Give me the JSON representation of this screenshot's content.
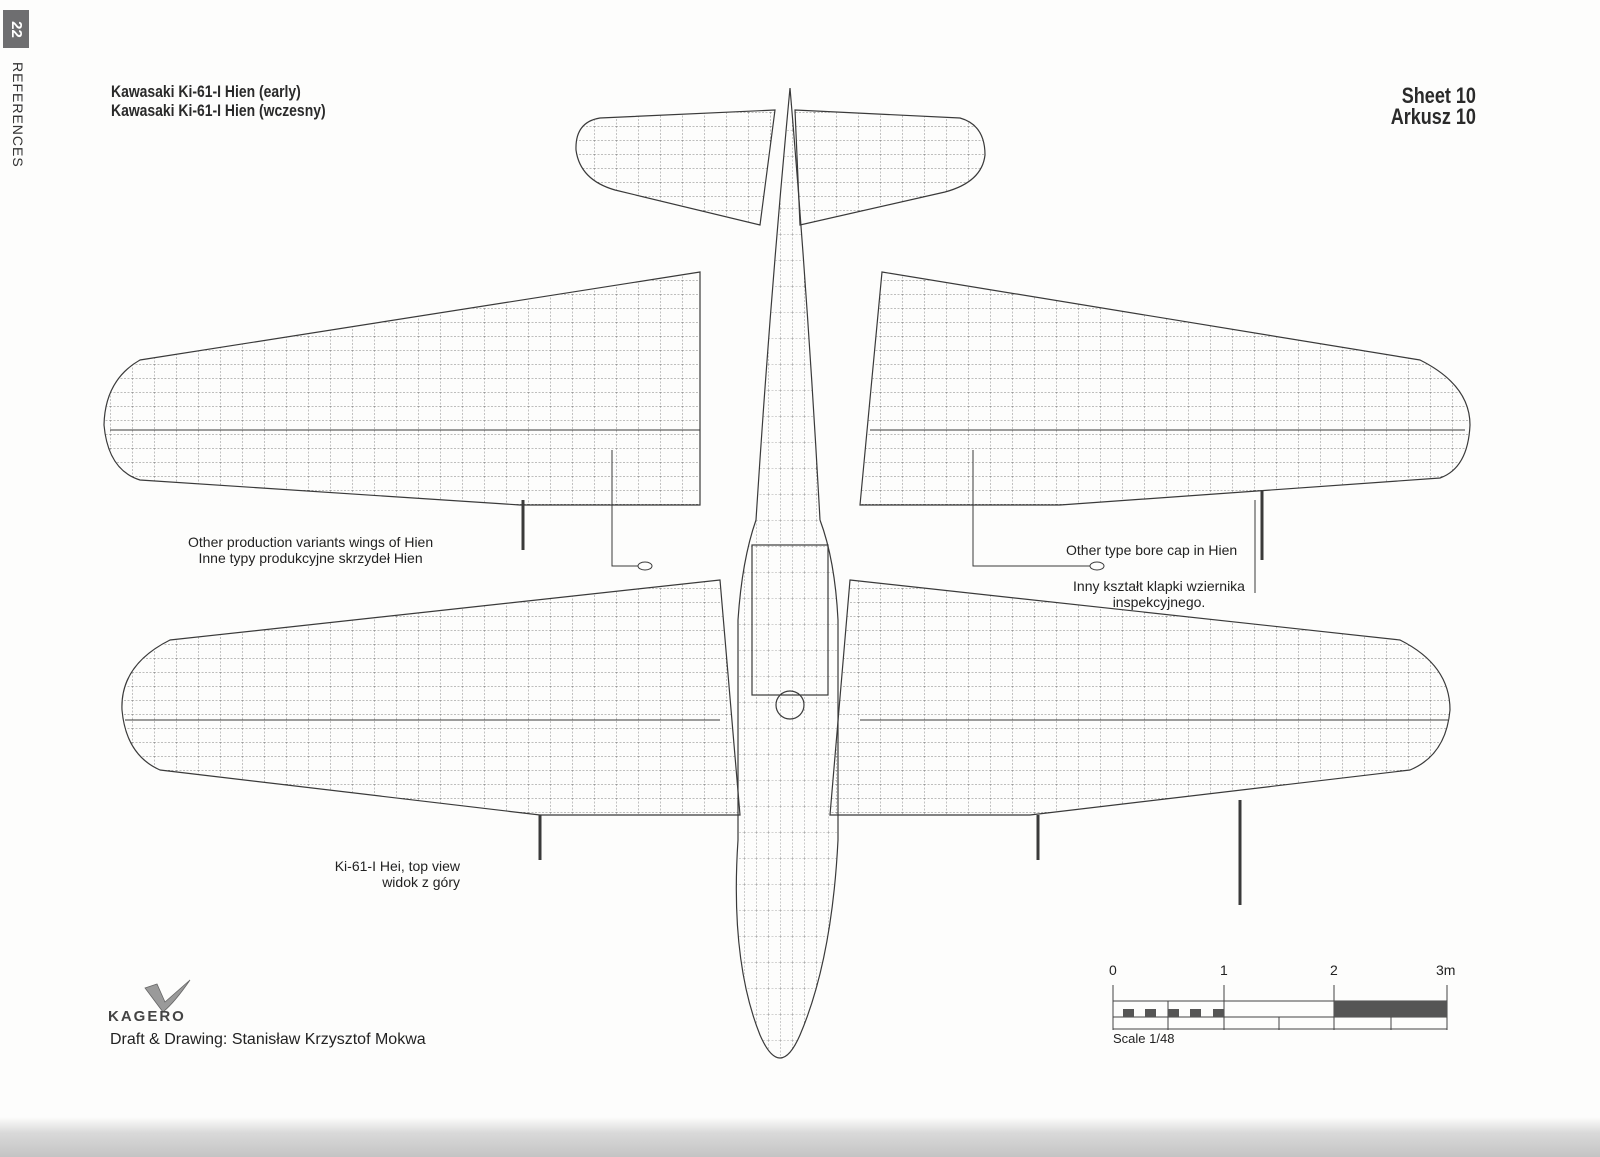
{
  "page": {
    "number": "22",
    "section": "REFERENCES"
  },
  "header": {
    "title_en": "Kawasaki Ki-61-I Hien (early)",
    "title_pl": "Kawasaki Ki-61-I Hien (wczesny)",
    "sheet_en": "Sheet 10",
    "sheet_pl": "Arkusz 10"
  },
  "annotations": {
    "wings_en": "Other production variants wings of Hien",
    "wings_pl": "Inne typy produkcyjne skrzydeł Hien",
    "cap_en": "Other type bore cap in Hien",
    "cap_pl_1": "Inny kształt klapki wziernika",
    "cap_pl_2": "inspekcyjnego.",
    "view_en": "Ki-61-I Hei, top view",
    "view_pl": "widok z góry"
  },
  "scale": {
    "ticks": [
      "0",
      "1",
      "2",
      "3m"
    ],
    "label": "Scale 1/48"
  },
  "footer": {
    "publisher": "KAGERO",
    "credit": "Draft & Drawing: Stanisław Krzysztof Mokwa"
  },
  "colors": {
    "line": "#3a3a3a",
    "tab": "#6e6e70",
    "logo": "#8a8a8a"
  }
}
